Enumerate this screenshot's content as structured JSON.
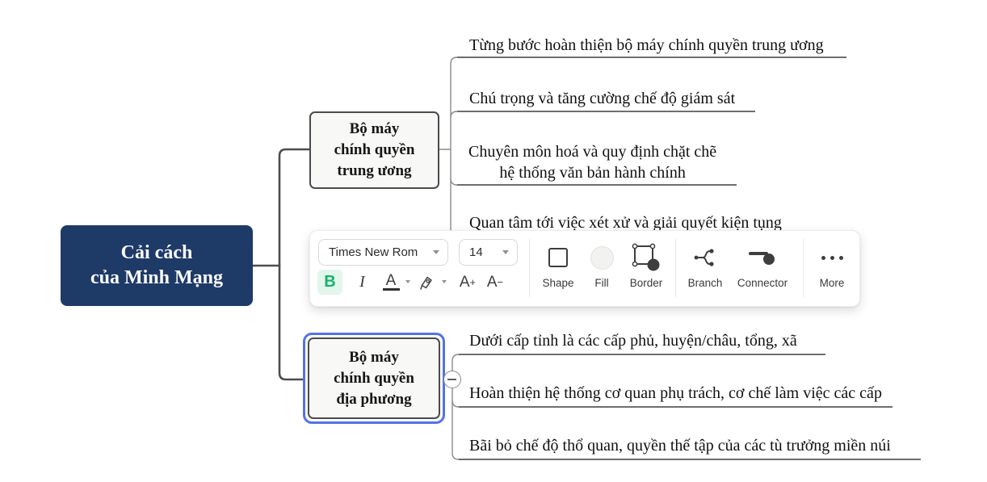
{
  "mindmap": {
    "root": {
      "lines": [
        "Cải cách",
        "của Minh Mạng"
      ]
    },
    "branches": [
      {
        "lines": [
          "Bộ máy",
          "chính quyền",
          "trung ương"
        ],
        "selected": false,
        "leaves": [
          {
            "lines": [
              "Từng bước hoàn thiện bộ máy chính quyền trung ương"
            ]
          },
          {
            "lines": [
              "Chú trọng và tăng cường chế độ giám sát"
            ]
          },
          {
            "lines": [
              "Chuyên môn hoá và quy định chặt chẽ",
              "hệ thống văn bản hành chính"
            ]
          },
          {
            "lines": [
              "Quan tâm tới việc xét xử và giải quyết kiện tụng"
            ]
          }
        ]
      },
      {
        "lines": [
          "Bộ máy",
          "chính quyền",
          "địa phương"
        ],
        "selected": true,
        "leaves": [
          {
            "lines": [
              "Dưới cấp tỉnh là các cấp phủ, huyện/châu, tổng, xã"
            ]
          },
          {
            "lines": [
              "Hoàn thiện hệ thống cơ quan phụ trách, cơ chế làm việc các cấp"
            ]
          },
          {
            "lines": [
              "Bãi bỏ chế độ thổ quan, quyền thế tập của các tù trưởng miền núi"
            ]
          }
        ]
      }
    ]
  },
  "toolbar": {
    "font_family": "Times New Rom",
    "font_size": "14",
    "bold": "B",
    "italic": "I",
    "font_color": "A",
    "grow": "A",
    "grow_sign": "+",
    "shrink": "A",
    "shrink_sign": "−",
    "tools": [
      {
        "label": "Shape"
      },
      {
        "label": "Fill"
      },
      {
        "label": "Border"
      },
      {
        "label": "Branch"
      },
      {
        "label": "Connector"
      },
      {
        "label": "More"
      }
    ]
  },
  "colors": {
    "root_bg": "#1e3a67",
    "node_border": "#4b4b4b",
    "selection_blue": "#5472e6",
    "bold_active_green": "#17b26a",
    "connector_thick": "#4d4d4d",
    "connector_thin": "#8a8a8a",
    "leaf_underline": "#3f3f3f"
  }
}
